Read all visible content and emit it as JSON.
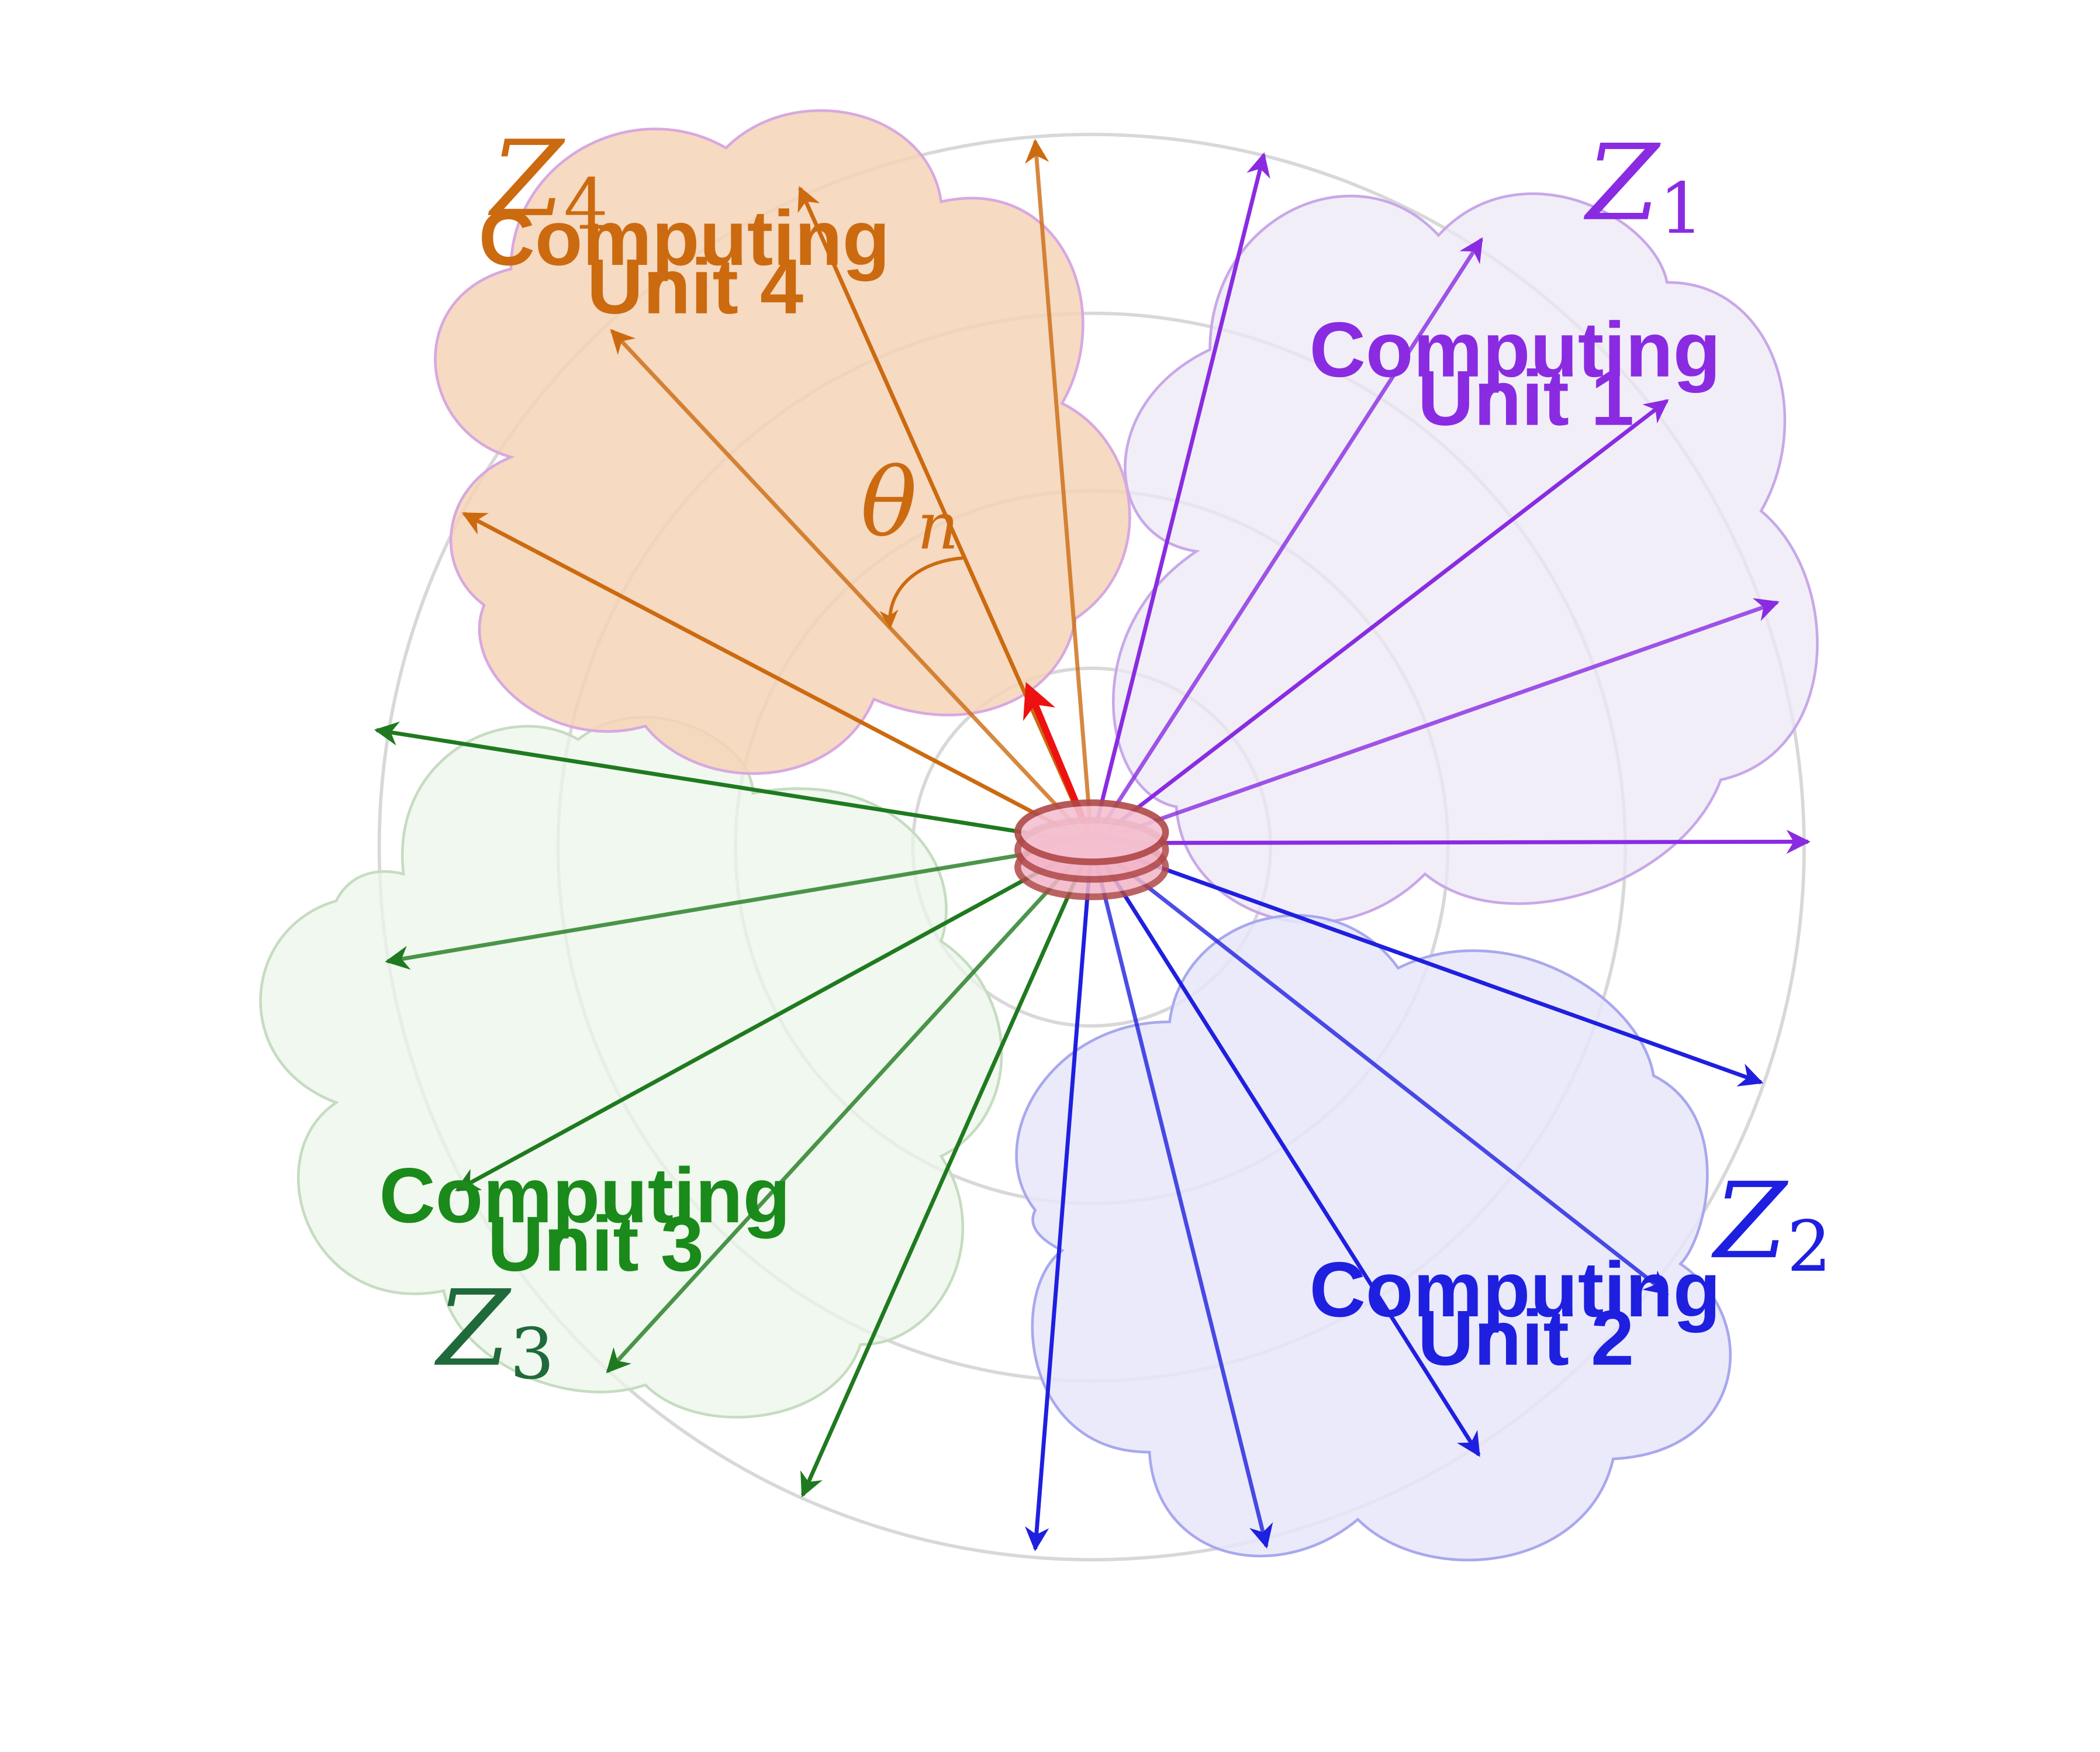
{
  "colors": {
    "unit1": "#8a2be2",
    "unit2": "#1f1fe0",
    "unit3": "#1f7a1f",
    "unit4": "#cc6a10",
    "highlight": "#ee1111",
    "grid": "#d8d8d8",
    "cloud1_fill": "#ece8f6",
    "cloud2_fill": "#e6e6fa",
    "cloud3_fill": "#ecf6ea",
    "cloud4_fill": "#f4d4b6",
    "cloud_stroke": "#c8a8e8",
    "antenna": "#b04848",
    "antenna_fill": "#f3b6c8"
  },
  "units": [
    {
      "id": "unit1",
      "label_line1": "Computing",
      "label_line2": "Unit 1",
      "zone": "Z",
      "zone_index": "1"
    },
    {
      "id": "unit2",
      "label_line1": "Computing",
      "label_line2": "Unit 2",
      "zone": "Z",
      "zone_index": "2"
    },
    {
      "id": "unit3",
      "label_line1": "Computing",
      "label_line2": "Unit 3",
      "zone": "Z",
      "zone_index": "3"
    },
    {
      "id": "unit4",
      "label_line1": "Computing",
      "label_line2": "Unit 4",
      "zone": "Z",
      "zone_index": "4"
    }
  ],
  "angle": {
    "symbol": "θ",
    "subscript": "n"
  },
  "icons": {
    "antenna": "array-antenna-icon"
  }
}
